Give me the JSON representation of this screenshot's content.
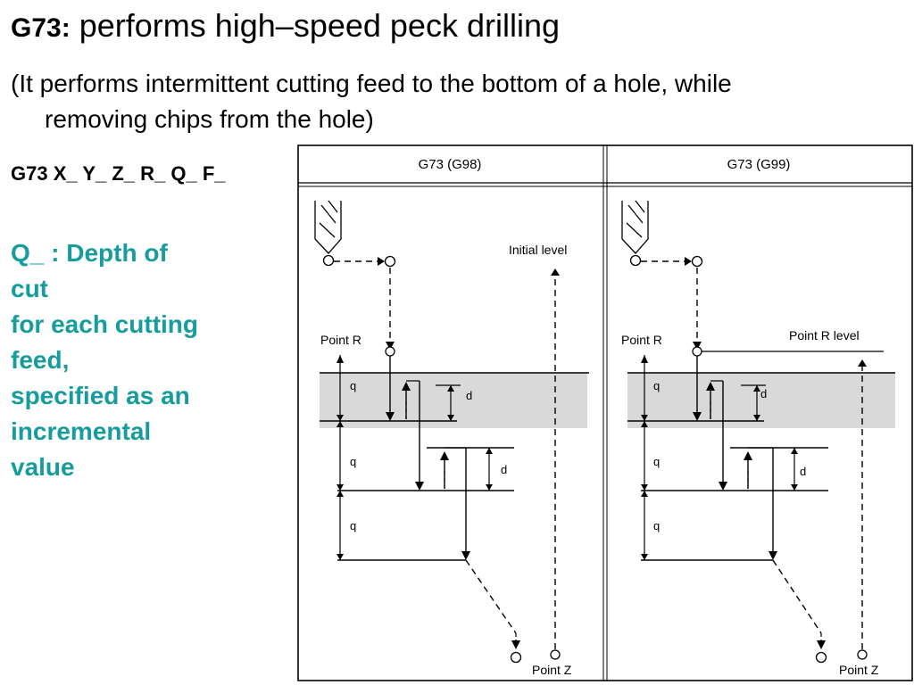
{
  "header": {
    "code": "G73:",
    "title": " performs high–speed peck drilling",
    "subtitle_line1": "(It performs intermittent cutting feed to the bottom of a hole, while",
    "subtitle_line2": "removing chips from the hole)"
  },
  "syntax": "G73 X_ Y_ Z_ R_ Q_ F_",
  "q_description": [
    "Q_ : Depth of",
    "cut",
    "for each cutting",
    "feed,",
    "specified as an",
    "incremental",
    "value"
  ],
  "colors": {
    "accent": "#169c9c",
    "band": "#d9d9d9"
  },
  "diagram": {
    "left_header": "G73 (G98)",
    "right_header": "G73 (G99)",
    "initial_level": "Initial level",
    "point_r": "Point R",
    "point_r_level": "Point R level",
    "point_z": "Point Z",
    "q": "q",
    "d": "d"
  }
}
